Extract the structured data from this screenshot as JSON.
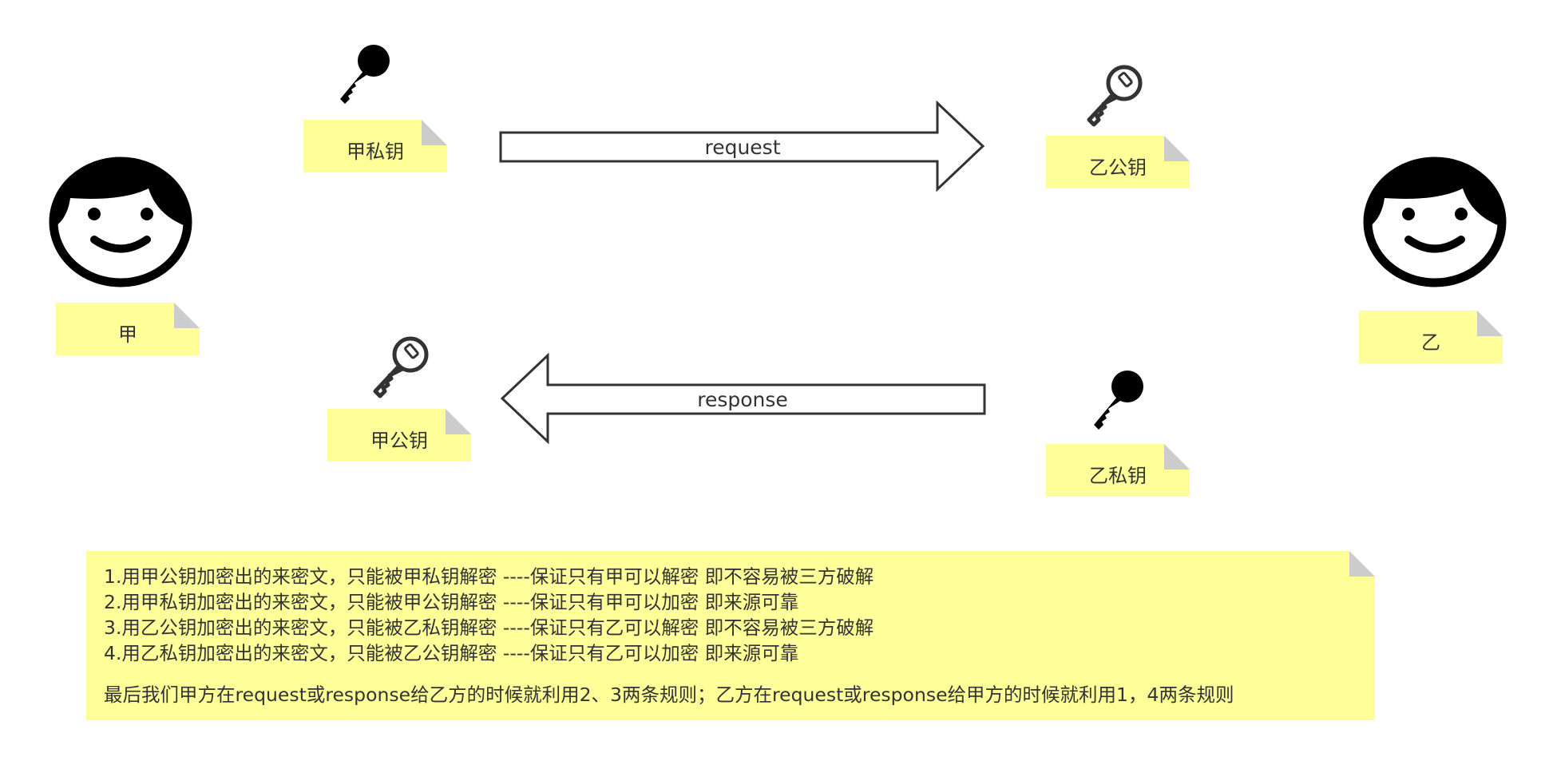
{
  "parties": {
    "left": {
      "name": "甲"
    },
    "right": {
      "name": "乙"
    }
  },
  "keys": {
    "left_private": "甲私钥",
    "left_public": "甲公钥",
    "right_public": "乙公钥",
    "right_private": "乙私钥"
  },
  "arrows": {
    "request": "request",
    "response": "response"
  },
  "info": {
    "lines": [
      "1.用甲公钥加密出的来密文，只能被甲私钥解密  ----保证只有甲可以解密 即不容易被三方破解",
      "2.用甲私钥加密出的来密文，只能被甲公钥解密  ----保证只有甲可以加密 即来源可靠",
      "3.用乙公钥加密出的来密文，只能被乙私钥解密  ----保证只有乙可以解密 即不容易被三方破解",
      "4.用乙私钥加密出的来密文，只能被乙公钥解密  ----保证只有乙可以加密 即来源可靠"
    ],
    "summary": "最后我们甲方在request或response给乙方的时候就利用2、3两条规则；乙方在request或response给甲方的时候就利用1，4两条规则"
  },
  "colors": {
    "note": "#ffff99",
    "note_fold": "#cccccc",
    "stroke": "#333333"
  },
  "icons": {
    "person": "face-icon",
    "private_key": "filled-key-icon",
    "public_key": "outline-key-icon"
  }
}
